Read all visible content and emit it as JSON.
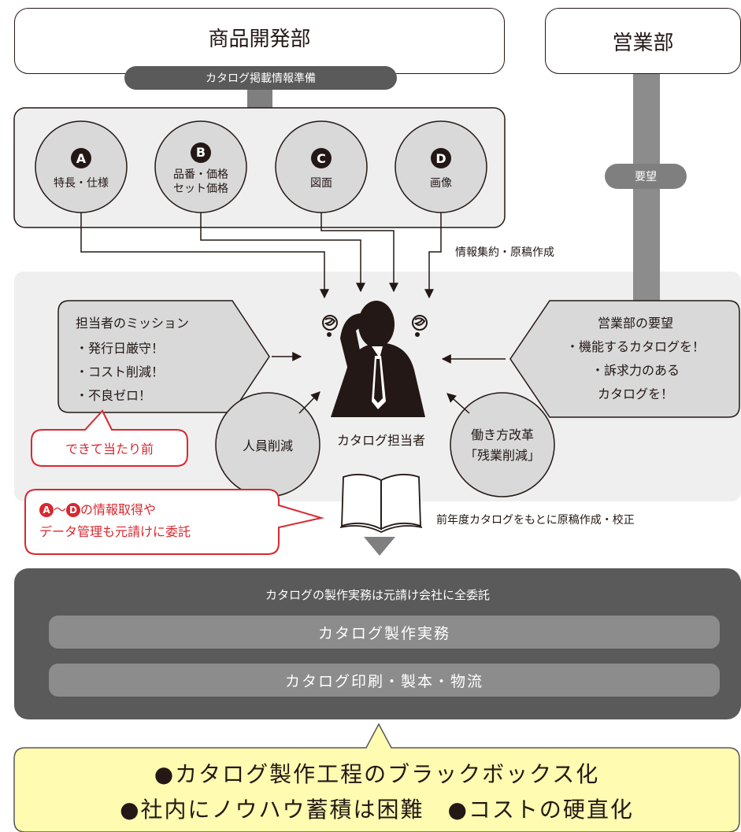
{
  "departments": {
    "product_dev": {
      "title": "商品開発部",
      "subtitle": "カタログ掲載情報準備"
    },
    "sales": {
      "title": "営業部",
      "request": "要望"
    }
  },
  "info_items": [
    {
      "letter": "A",
      "label_line1": "特長・仕様",
      "label_line2": ""
    },
    {
      "letter": "B",
      "label_line1": "品番・価格",
      "label_line2": "セット価格"
    },
    {
      "letter": "C",
      "label_line1": "図面",
      "label_line2": ""
    },
    {
      "letter": "D",
      "label_line1": "画像",
      "label_line2": ""
    }
  ],
  "notes": {
    "aggregation": "情報集約・原稿作成",
    "proofing": "前年度カタログをもとに原稿作成・校正"
  },
  "mission": {
    "title": "担当者のミッション",
    "items": [
      "・発行日厳守！",
      "・コスト削減！",
      "・不良ゼロ！"
    ]
  },
  "sales_request": {
    "title": "営業部の要望",
    "items": [
      "・機能するカタログを！",
      "・訴求力のある",
      "カタログを！"
    ]
  },
  "person_label": "カタログ担当者",
  "pressures": {
    "staff_cut": "人員削減",
    "reform_line1": "働き方改革",
    "reform_line2": "「残業削減」"
  },
  "callouts": {
    "taken_for_granted": "できて当たり前",
    "outsourced_line1_letter_a": "A",
    "outsourced_line1_tilde": "〜",
    "outsourced_line1_letter_d": "D",
    "outsourced_line1_rest": "の情報取得や",
    "outsourced_line2": "データ管理も元請けに委託"
  },
  "outsourcing_panel": {
    "title": "カタログの製作実務は元請け会社に全委託",
    "bars": [
      "カタログ製作実務",
      "カタログ印刷・製本・物流"
    ]
  },
  "conclusion": {
    "line1": "●カタログ製作工程のブラックボックス化",
    "line2": "●社内にノウハウ蓄積は困難　●コストの硬直化"
  },
  "colors": {
    "dark_panel": "#5a5a5a",
    "bar_gray": "#8c8c8c",
    "light_bg": "#efefef",
    "circle_fill": "#d9d9d9",
    "callout_red": "#d7282f",
    "conclusion_yellow": "#fffbb0"
  }
}
